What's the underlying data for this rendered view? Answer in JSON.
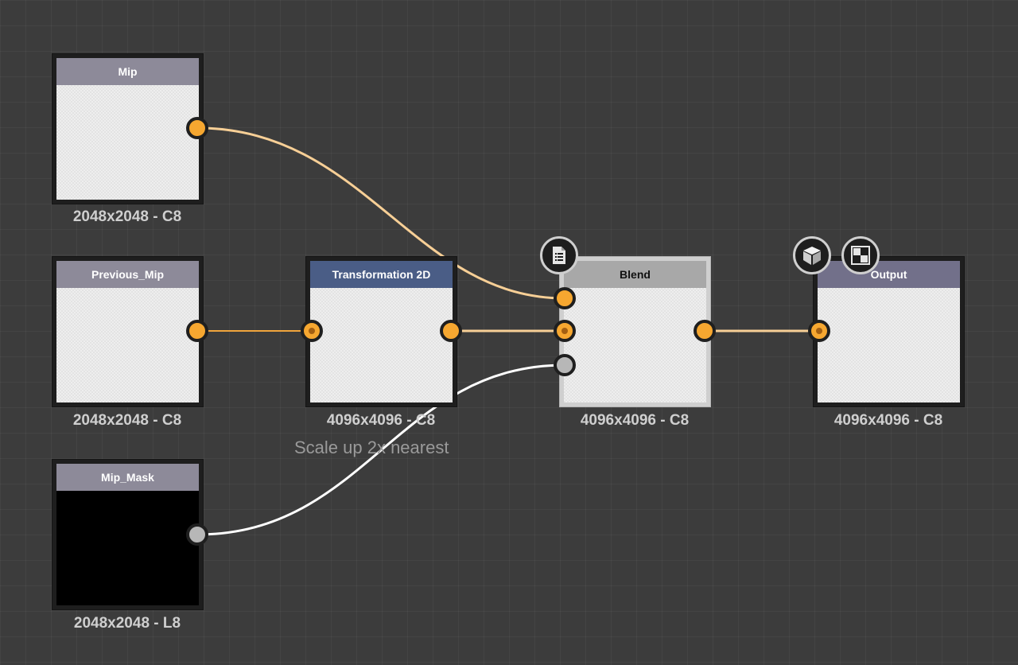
{
  "nodes": {
    "mip": {
      "title": "Mip",
      "resolution": "2048x2048 - C8"
    },
    "previous_mip": {
      "title": "Previous_Mip",
      "resolution": "2048x2048 - C8"
    },
    "mip_mask": {
      "title": "Mip_Mask",
      "resolution": "2048x2048 - L8"
    },
    "transformation": {
      "title": "Transformation 2D",
      "resolution": "4096x4096 - C8",
      "comment": "Scale up 2x nearest"
    },
    "blend": {
      "title": "Blend",
      "resolution": "4096x4096 - C8"
    },
    "output": {
      "title": "Output",
      "resolution": "4096x4096 - C8"
    }
  },
  "colors": {
    "canvas": "#3c3c3c",
    "port_orange": "#f6a730",
    "wire_orange_light": "#f7cf96",
    "wire_orange": "#f0a43c",
    "wire_white": "#ffffff",
    "title_gray": "#8d8a99",
    "title_blue": "#4a5d86"
  },
  "icons": [
    "document-list-icon",
    "cube-icon",
    "checker-icon"
  ]
}
